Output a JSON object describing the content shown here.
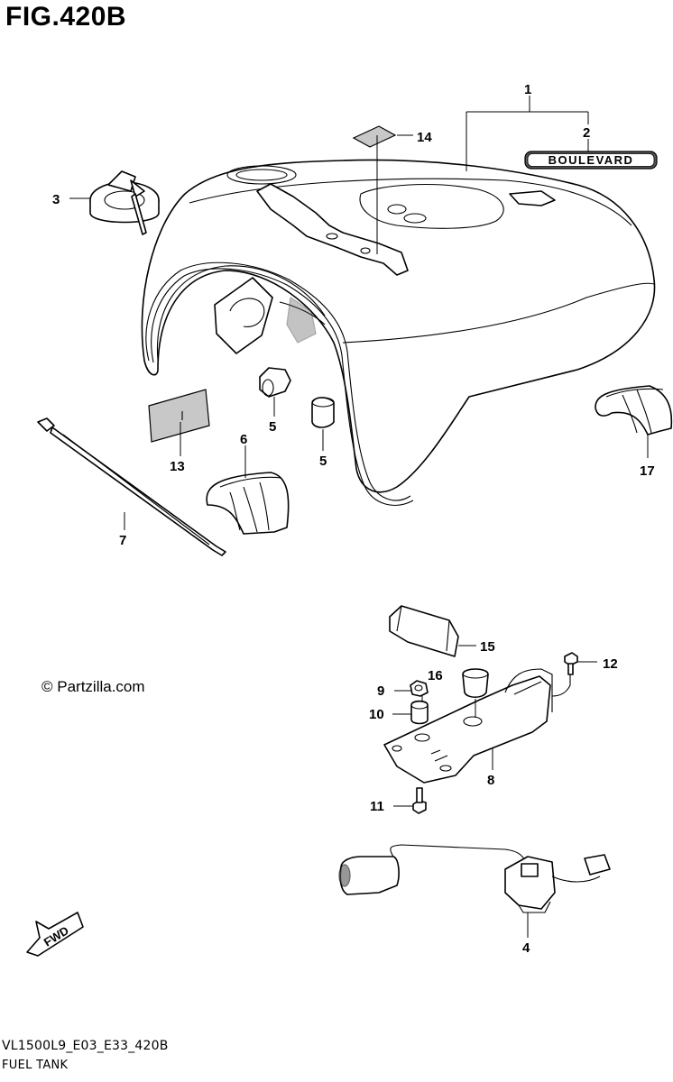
{
  "figure": {
    "title": "FIG.420B",
    "copyright": "© Partzilla.com",
    "model_code": "VL1500L9_E03_E33_420B",
    "description": "FUEL TANK"
  },
  "badge_text": "BOULEVARD",
  "fwd_arrow_text": "FWD",
  "callouts": [
    "1",
    "2",
    "3",
    "4",
    "5",
    "5",
    "6",
    "7",
    "8",
    "9",
    "10",
    "11",
    "12",
    "13",
    "14",
    "15",
    "16",
    "17"
  ]
}
